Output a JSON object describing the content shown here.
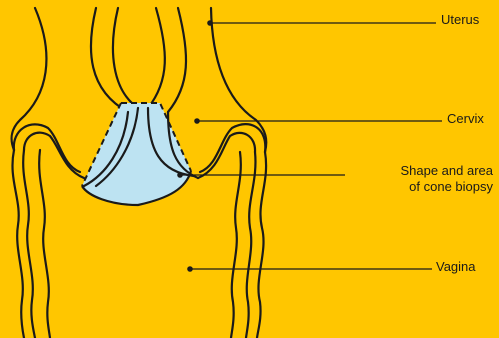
{
  "labels": {
    "uterus": "Uterus",
    "cervix": "Cervix",
    "cone_line1": "Shape and area",
    "cone_line2": "of cone biopsy",
    "vagina": "Vagina"
  },
  "colors": {
    "background": "#FFC600",
    "outline": "#1a1a1a",
    "cone_fill": "#BDE3F2"
  }
}
